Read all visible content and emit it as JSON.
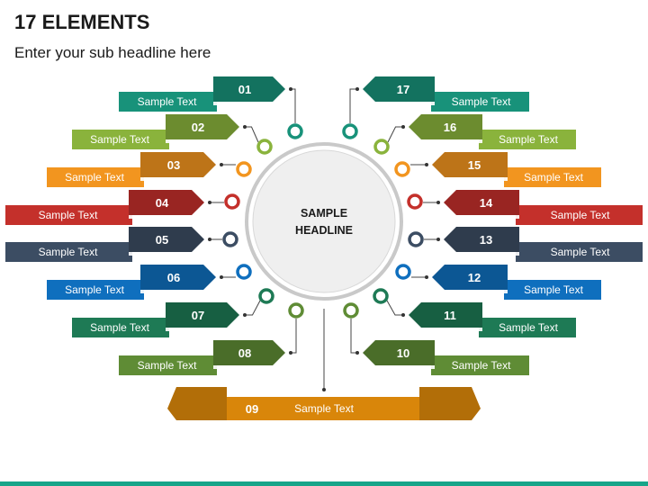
{
  "title": "17 ELEMENTS",
  "subtitle": "Enter your sub headline here",
  "center": {
    "line1": "SAMPLE",
    "line2": "HEADLINE"
  },
  "colors": {
    "teal": "#18927a",
    "lime": "#8ab33c",
    "orange": "#f2951f",
    "red": "#c4302b",
    "slate": "#3c4d63",
    "blue": "#0f6fbe",
    "green": "#1e7a55",
    "olive": "#5f8c35",
    "amber": "#d9860a",
    "bottom_bar": "#17a589"
  },
  "items": [
    {
      "num": "01",
      "label": "Sample Text",
      "color": "teal"
    },
    {
      "num": "02",
      "label": "Sample Text",
      "color": "lime"
    },
    {
      "num": "03",
      "label": "Sample Text",
      "color": "orange"
    },
    {
      "num": "04",
      "label": "Sample Text",
      "color": "red"
    },
    {
      "num": "05",
      "label": "Sample Text",
      "color": "slate"
    },
    {
      "num": "06",
      "label": "Sample Text",
      "color": "blue"
    },
    {
      "num": "07",
      "label": "Sample Text",
      "color": "green"
    },
    {
      "num": "08",
      "label": "Sample Text",
      "color": "olive"
    },
    {
      "num": "09",
      "label": "Sample Text",
      "color": "amber"
    },
    {
      "num": "10",
      "label": "Sample Text",
      "color": "olive"
    },
    {
      "num": "11",
      "label": "Sample Text",
      "color": "green"
    },
    {
      "num": "12",
      "label": "Sample Text",
      "color": "blue"
    },
    {
      "num": "13",
      "label": "Sample Text",
      "color": "slate"
    },
    {
      "num": "14",
      "label": "Sample Text",
      "color": "red"
    },
    {
      "num": "15",
      "label": "Sample Text",
      "color": "orange"
    },
    {
      "num": "16",
      "label": "Sample Text",
      "color": "lime"
    },
    {
      "num": "17",
      "label": "Sample Text",
      "color": "teal"
    }
  ]
}
